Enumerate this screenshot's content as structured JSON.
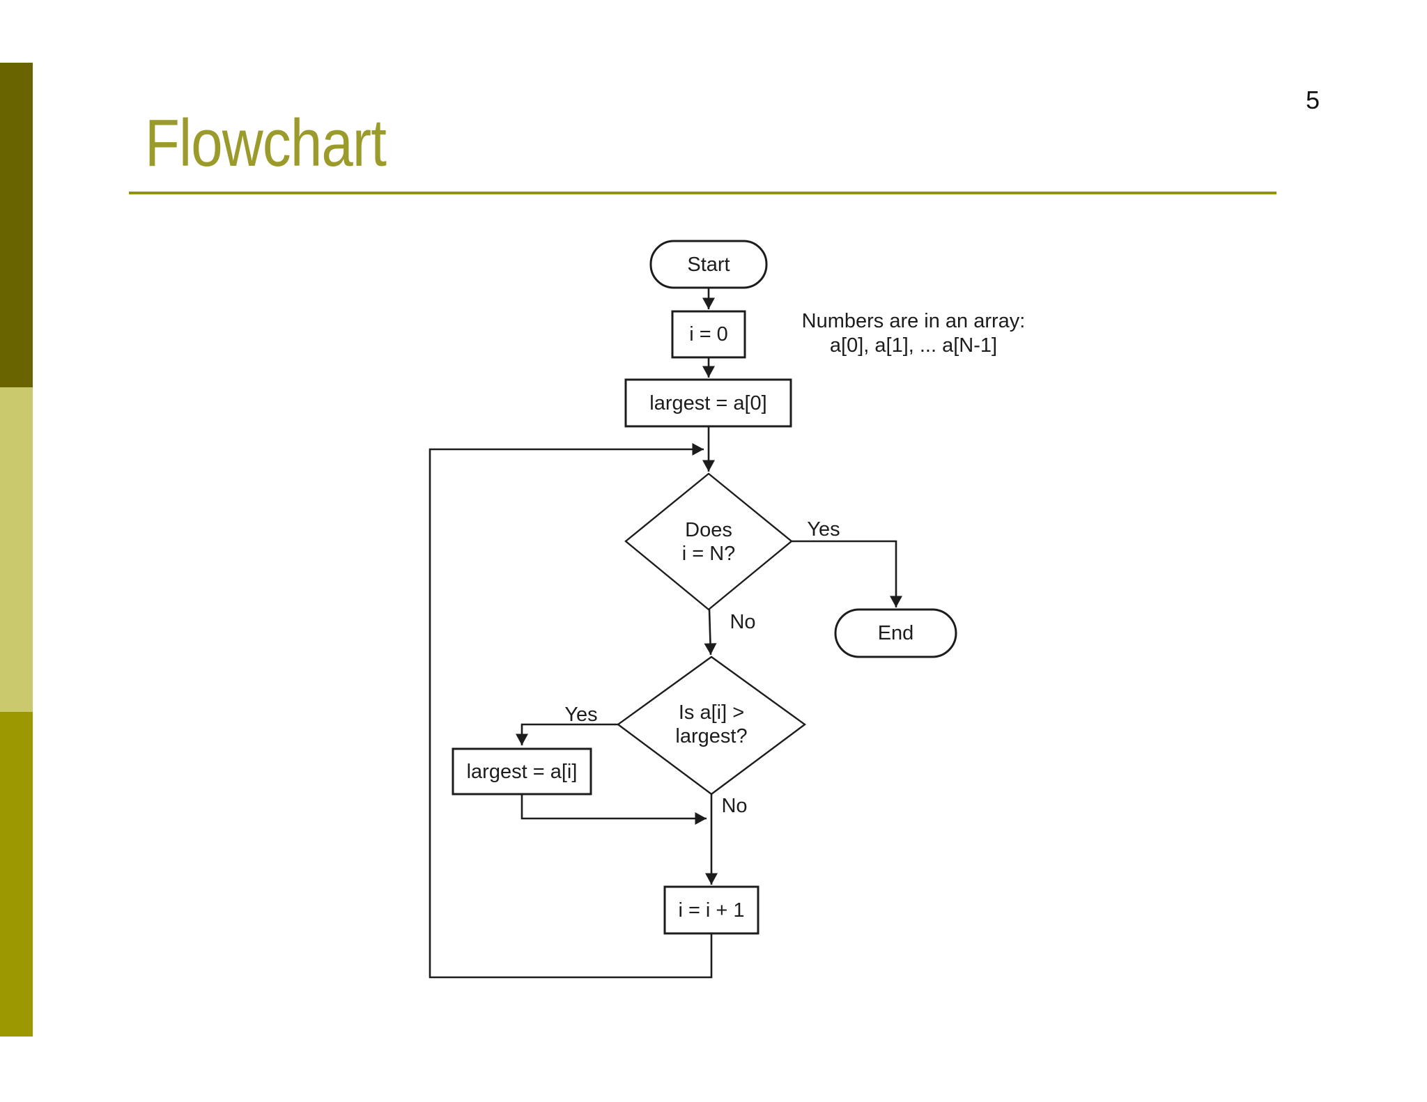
{
  "slide": {
    "page_number": "5",
    "title": "Flowchart"
  },
  "colors": {
    "bar_dark": "#6a6400",
    "bar_light": "#cbc96d",
    "bar_medium": "#9b9800",
    "title": "#9a9b2b",
    "rule": "#8f9408",
    "ink": "#1c1c1c"
  },
  "annotation": {
    "line1": "Numbers are in an array:",
    "line2": "a[0], a[1], ... a[N-1]"
  },
  "flowchart": {
    "start_label": "Start",
    "init_label": "i = 0",
    "assign_first_label": "largest = a[0]",
    "decision1_line1": "Does",
    "decision1_line2": "i = N?",
    "decision1_yes_label": "Yes",
    "decision1_no_label": "No",
    "end_label": "End",
    "decision2_line1": "Is a[i] >",
    "decision2_line2": "largest?",
    "decision2_yes_label": "Yes",
    "decision2_no_label": "No",
    "assign_new_label": "largest = a[i]",
    "increment_label": "i = i + 1"
  }
}
